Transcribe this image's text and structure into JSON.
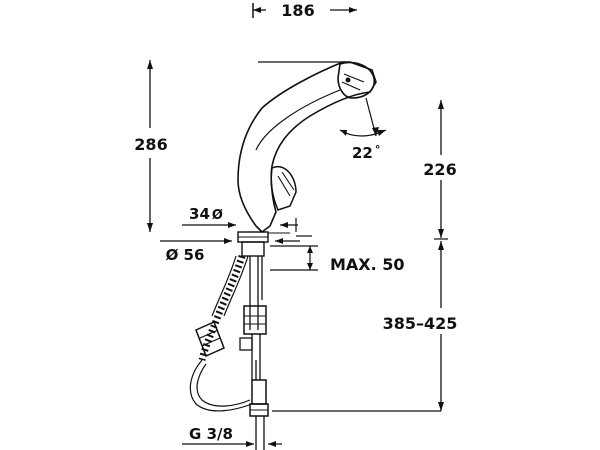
{
  "dimensions": {
    "overall_width": "186",
    "overall_height": "286",
    "spray_angle": "22",
    "angle_unit": "°",
    "spout_height": "226",
    "hole_diameter": "34",
    "hole_diameter_symbol": "Ø",
    "base_diameter": "Ø 56",
    "max_thickness": "MAX. 50",
    "install_depth": "385–425",
    "connection_thread": "G 3/8"
  },
  "colors": {
    "line": "#111111",
    "background": "#ffffff"
  }
}
